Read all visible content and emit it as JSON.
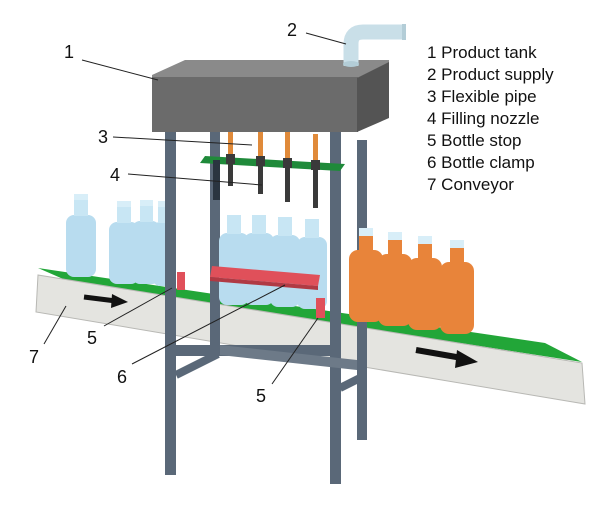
{
  "legend": [
    "1 Product tank",
    "2 Product supply",
    "3 Flexible pipe",
    "4 Filling nozzle",
    "5 Bottle stop",
    "6 Bottle clamp",
    "7 Conveyor"
  ],
  "callouts": {
    "tank": "1",
    "supply": "2",
    "pipe": "3",
    "nozzle": "4",
    "stop_left": "5",
    "clamp": "6",
    "stop_right": "5",
    "conveyor": "7"
  },
  "colors": {
    "tank": "#6b6b6b",
    "frame": "#5a6878",
    "belt": "#22a638",
    "conveyor_side": "#e3e3df",
    "bottle_empty": "#b8dcef",
    "bottle_full": "#e8843a",
    "cap": "#d8eef8",
    "clamp": "#e0505a",
    "pipe": "#e08a3a",
    "nozzle": "#3a3a3a",
    "plate": "#1f8a3a"
  }
}
